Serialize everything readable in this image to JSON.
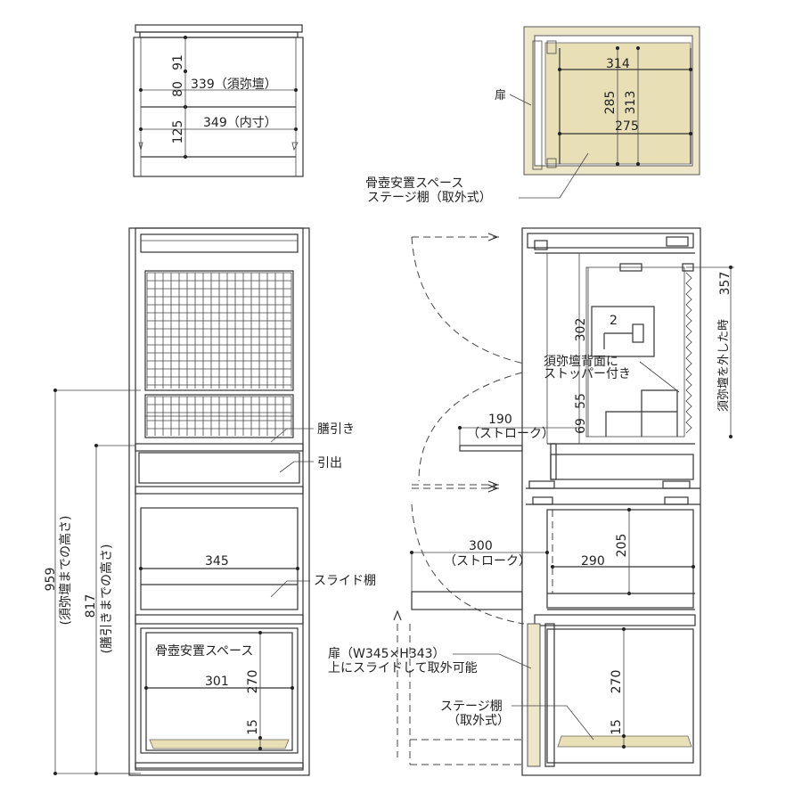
{
  "top_section": {
    "dim_91": "91",
    "dim_80": "80",
    "dim_339": "339（須弥壇）",
    "dim_125": "125",
    "dim_349": "349（内寸）"
  },
  "top_plan": {
    "dim_314": "314",
    "dim_285": "285",
    "dim_313": "313",
    "dim_275": "275",
    "door_label": "扉",
    "space_label_1": "骨壺安置スペース",
    "space_label_2": "ステージ棚（取外式）"
  },
  "front": {
    "label_zenbiki": "膳引き",
    "label_hikidashi": "引出",
    "dim_345": "345",
    "label_slide": "スライド棚",
    "space_label": "骨壺安置スペース",
    "dim_301": "301",
    "dim_270": "270",
    "dim_15": "15",
    "height_959": "959",
    "height_959_note": "(須弥壇までの高さ)",
    "height_817": "817",
    "height_817_note": "(膳引きまでの高さ)"
  },
  "side": {
    "dim_302": "302",
    "dim_357": "357",
    "note_357": "須弥壇を外した時",
    "dim_2": "2",
    "stopper_1": "須弥壇背面に",
    "stopper_2": "ストッパー付き",
    "dim_55": "55",
    "dim_69": "69",
    "dim_190": "190",
    "stroke_1": "（ストローク）",
    "dim_300": "300",
    "stroke_2": "（ストローク）",
    "dim_290": "290",
    "dim_205": "205",
    "door_1": "扉（W345×H343）",
    "door_2": "上にスライドして取外可能",
    "dim_270": "270",
    "dim_15": "15",
    "stage_1": "ステージ棚",
    "stage_2": "（取外式）"
  }
}
